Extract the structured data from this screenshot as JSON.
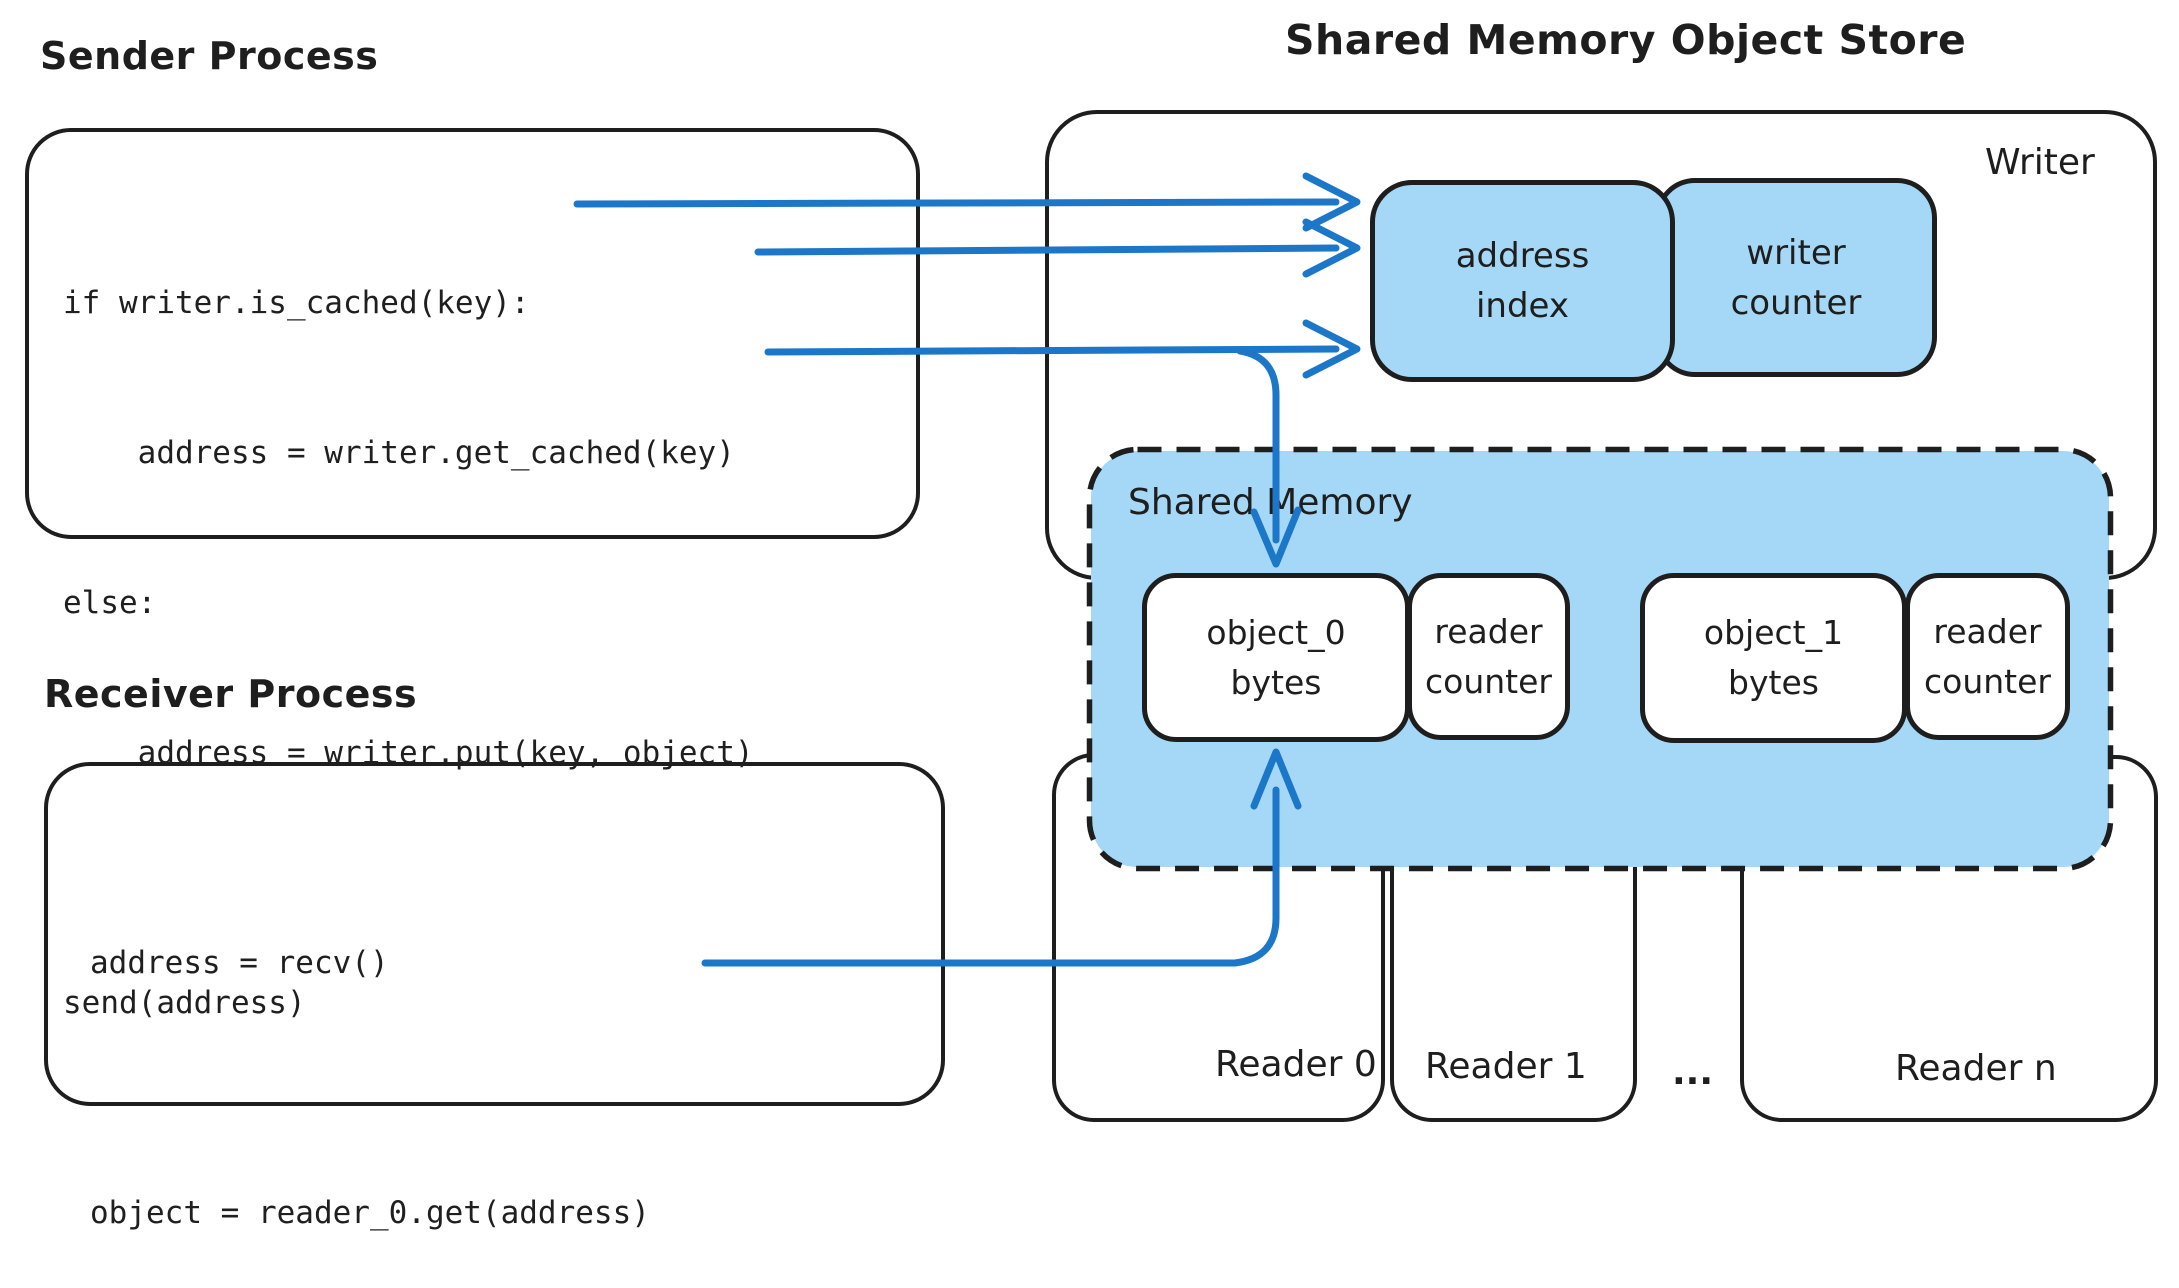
{
  "titles": {
    "sender": "Sender Process",
    "receiver": "Receiver Process",
    "store": "Shared Memory Object Store"
  },
  "sender": {
    "code": [
      "if writer.is_cached(key):",
      "    address = writer.get_cached(key)",
      "else:",
      "    address = writer.put(key, object)",
      "",
      "send(address)"
    ]
  },
  "receiver": {
    "code": [
      "address = recv()",
      "",
      "object = reader_0.get(address)"
    ]
  },
  "writer_region": {
    "label": "Writer",
    "address_index": {
      "line1": "address",
      "line2": "index"
    },
    "writer_counter": {
      "line1": "writer",
      "line2": "counter"
    }
  },
  "shared_memory": {
    "label": "Shared Memory",
    "slots": [
      {
        "object": {
          "line1": "object_0",
          "line2": "bytes"
        },
        "counter": {
          "line1": "reader",
          "line2": "counter"
        }
      },
      {
        "object": {
          "line1": "object_1",
          "line2": "bytes"
        },
        "counter": {
          "line1": "reader",
          "line2": "counter"
        }
      }
    ]
  },
  "readers": {
    "reader0": "Reader 0",
    "reader1": "Reader 1",
    "ellipsis": "...",
    "readern": "Reader n"
  },
  "connections": [
    {
      "from": "if writer.is_cached(key):",
      "to": "address index"
    },
    {
      "from": "address = writer.get_cached(key)",
      "to": "address index"
    },
    {
      "from": "address = writer.put(key, object)",
      "to": "address index"
    },
    {
      "from": "address = writer.put(key, object)",
      "to": "object_0 bytes"
    },
    {
      "from": "object = reader_0.get(address)",
      "to": "object_0 bytes"
    }
  ],
  "colors": {
    "fill_blue": "#a5d8f7",
    "arrow_blue": "#1c77c9",
    "stroke": "#1e1e1e",
    "background": "#ffffff"
  }
}
